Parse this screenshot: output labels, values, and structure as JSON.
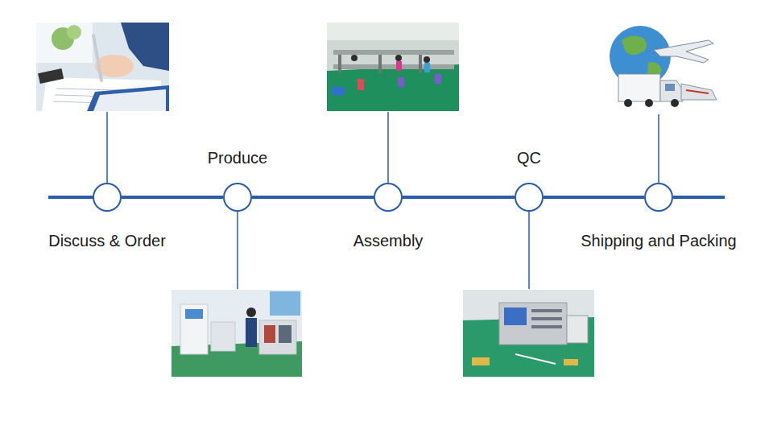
{
  "diagram": {
    "nodes": [
      {
        "text": [
          "Discuss & Order"
        ]
      },
      {
        "text": [
          "Produce"
        ]
      },
      {
        "text": [
          "Assembly"
        ]
      },
      {
        "text": [
          "QC"
        ]
      },
      {
        "text": [
          "Shipping and Packing"
        ]
      }
    ],
    "edges": [
      {
        "from": 0,
        "to": 1,
        "arrow": "none"
      },
      {
        "from": 1,
        "to": 2,
        "arrow": "none"
      },
      {
        "from": 2,
        "to": 3,
        "arrow": "none"
      },
      {
        "from": 3,
        "to": 4,
        "arrow": "none"
      }
    ]
  }
}
